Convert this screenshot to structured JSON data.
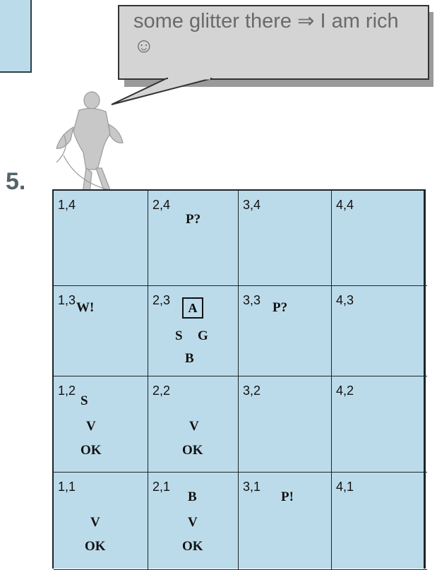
{
  "bubble": {
    "text": "some glitter there ⇒ I am rich ☺"
  },
  "step_label": "5.",
  "grid": [
    {
      "coord": "1,4",
      "marks": []
    },
    {
      "coord": "2,4",
      "marks": [
        "P?"
      ]
    },
    {
      "coord": "3,4",
      "marks": []
    },
    {
      "coord": "4,4",
      "marks": []
    },
    {
      "coord": "1,3",
      "marks": [
        "W!"
      ]
    },
    {
      "coord": "2,3",
      "agent": "A",
      "marks": [
        "S",
        "G",
        "B"
      ]
    },
    {
      "coord": "3,3",
      "marks": [
        "P?"
      ]
    },
    {
      "coord": "4,3",
      "marks": []
    },
    {
      "coord": "1,2",
      "marks": [
        "S",
        "V",
        "OK"
      ]
    },
    {
      "coord": "2,2",
      "marks": [
        "V",
        "OK"
      ]
    },
    {
      "coord": "3,2",
      "marks": []
    },
    {
      "coord": "4,2",
      "marks": []
    },
    {
      "coord": "1,1",
      "marks": [
        "V",
        "OK"
      ]
    },
    {
      "coord": "2,1",
      "marks": [
        "B",
        "V",
        "OK"
      ]
    },
    {
      "coord": "3,1",
      "marks": [
        "P!"
      ]
    },
    {
      "coord": "4,1",
      "marks": []
    }
  ],
  "colors": {
    "cell_fill": "#bcdbea",
    "bubble_fill": "#d4d4d4",
    "grid_line": "#1c2428"
  }
}
